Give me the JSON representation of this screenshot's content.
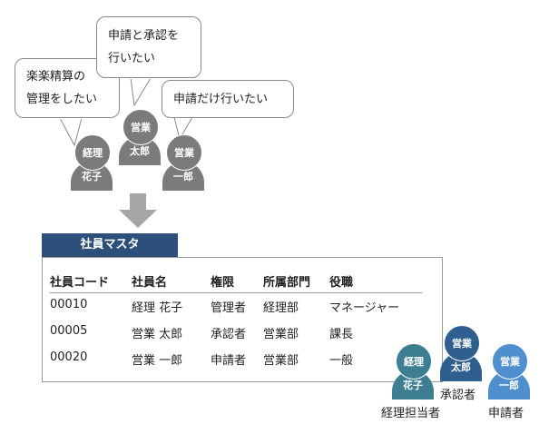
{
  "bubbles": [
    {
      "lines": [
        "楽楽精算の",
        "管理をしたい"
      ]
    },
    {
      "lines": [
        "申請と承認を",
        "行いたい"
      ]
    },
    {
      "lines": [
        "申請だけ行いたい"
      ]
    }
  ],
  "top_persons": [
    {
      "line1": "経理",
      "line2": "花子"
    },
    {
      "line1": "営業",
      "line2": "太郎"
    },
    {
      "line1": "営業",
      "line2": "一郎"
    }
  ],
  "master": {
    "title": "社員マスタ",
    "headers": [
      "社員コード",
      "社員名",
      "権限",
      "所属部門",
      "役職"
    ],
    "rows": [
      [
        "00010",
        "経理 花子",
        "管理者",
        "経理部",
        "マネージャー"
      ],
      [
        "00005",
        "営業 太郎",
        "承認者",
        "営業部",
        "課長"
      ],
      [
        "00020",
        "営業 一郎",
        "申請者",
        "営業部",
        "一般"
      ]
    ]
  },
  "bottom_persons": [
    {
      "line1": "経理",
      "line2": "花子",
      "role": "経理担当者",
      "color": "#3e7e93"
    },
    {
      "line1": "営業",
      "line2": "太郎",
      "role": "承認者",
      "color": "#2f5f8e"
    },
    {
      "line1": "営業",
      "line2": "一郎",
      "role": "申請者",
      "color": "#4f8fce"
    }
  ],
  "colors": {
    "person_gray": "#7b7b7b",
    "arrow": "#a6a6a6",
    "tab": "#2c4f7c"
  }
}
